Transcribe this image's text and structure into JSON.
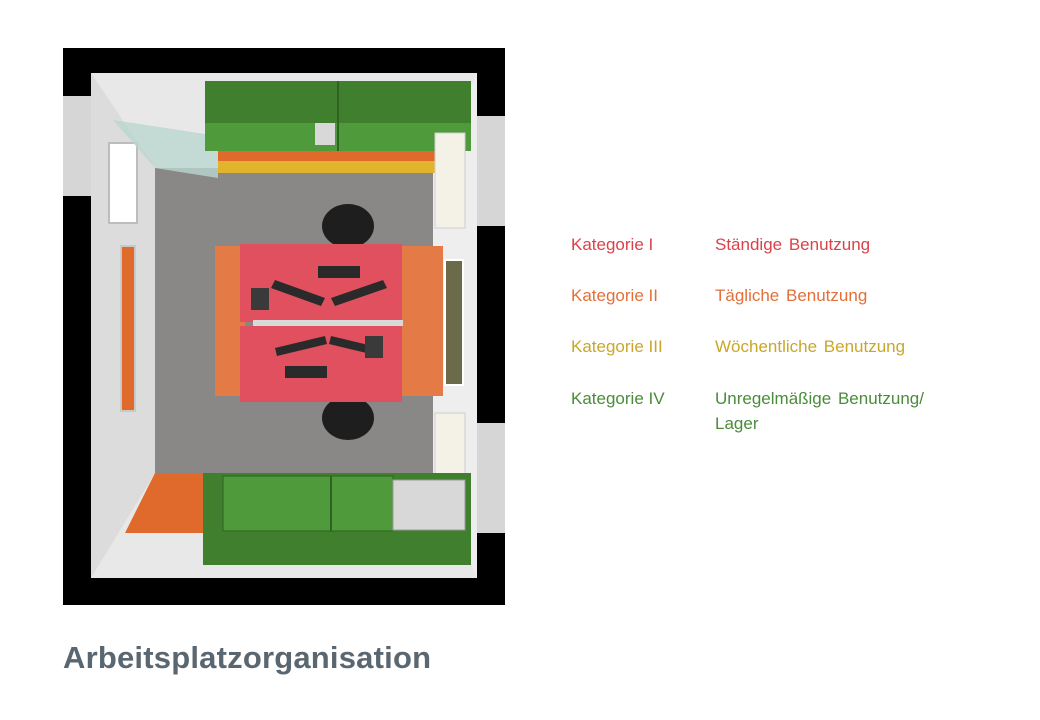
{
  "page": {
    "title": "Arbeitsplatzorganisation"
  },
  "legend": [
    {
      "category": "Kategorie I",
      "description": "Ständige Benutzung",
      "color": "#d9424b"
    },
    {
      "category": "Kategorie II",
      "description": "Tägliche Benutzung",
      "color": "#e2703a"
    },
    {
      "category": "Kategorie III",
      "description": "Wöchentliche Benutzung",
      "color": "#c9a72a"
    },
    {
      "category": "Kategorie IV",
      "description": "Unregelmäßige Benutzung/ Lager",
      "color": "#4a8c3a"
    }
  ],
  "colors": {
    "category_1": "#e0505e",
    "category_2": "#e47a45",
    "category_3": "#e2b32d",
    "category_4": "#4f9a3a",
    "title": "#5b6770"
  }
}
